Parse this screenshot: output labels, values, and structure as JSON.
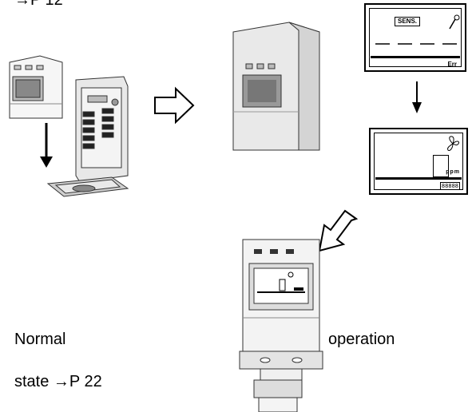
{
  "top_ref": "→P 12",
  "panel_top": {
    "sens_label": "SENS.",
    "status": "Err"
  },
  "panel_bottom": {
    "unit": "ppm",
    "digits": "88888"
  },
  "captions": {
    "left_line1": "Normal",
    "left_line2": "state →P 22",
    "right": "operation"
  }
}
